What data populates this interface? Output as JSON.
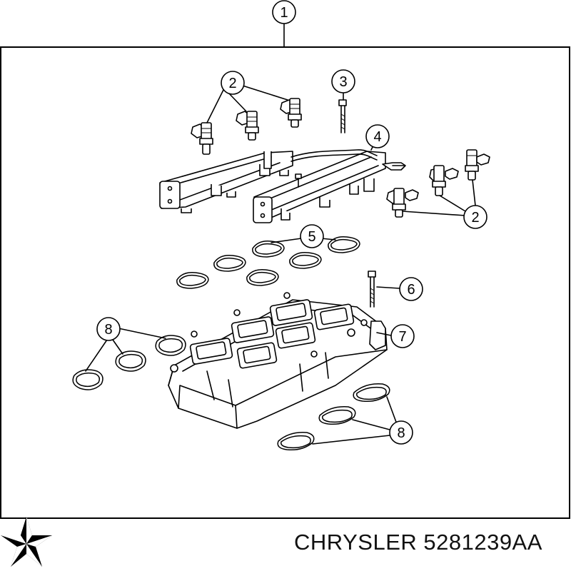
{
  "diagram": {
    "callouts": [
      {
        "id": "c1",
        "label": "1"
      },
      {
        "id": "c2a",
        "label": "2"
      },
      {
        "id": "c2b",
        "label": "2"
      },
      {
        "id": "c3",
        "label": "3"
      },
      {
        "id": "c4",
        "label": "4"
      },
      {
        "id": "c5",
        "label": "5"
      },
      {
        "id": "c6",
        "label": "6"
      },
      {
        "id": "c7",
        "label": "7"
      },
      {
        "id": "c8a",
        "label": "8"
      },
      {
        "id": "c8b",
        "label": "8"
      }
    ],
    "parts": [
      "fuel-injector",
      "fuel-injector-bolt",
      "fuel-rail",
      "intake-gasket",
      "manifold-bolt",
      "lower-intake-manifold",
      "port-gasket"
    ]
  },
  "footer": {
    "brand_logo": "chrysler-pentastar-logo",
    "caption": "CHRYSLER 5281239AA"
  },
  "colors": {
    "line": "#000000",
    "background": "#ffffff"
  }
}
